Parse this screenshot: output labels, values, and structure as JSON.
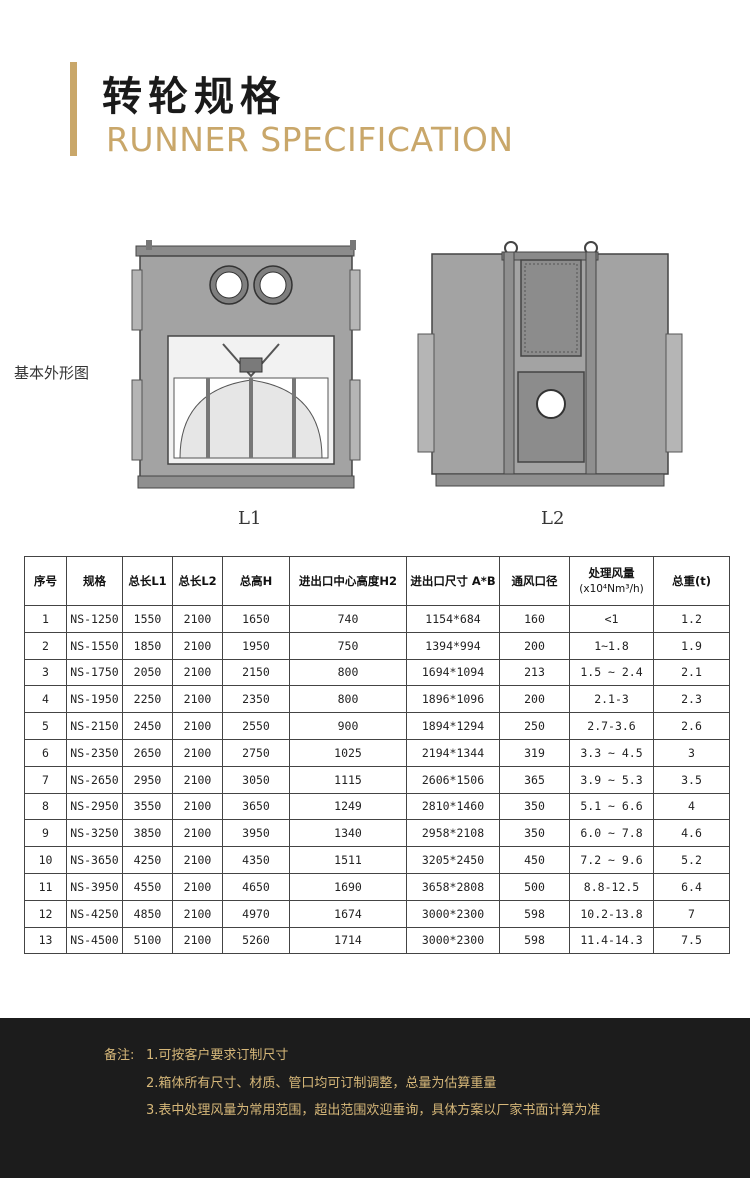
{
  "header": {
    "title_cn": "转轮规格",
    "title_en": "RUNNER SPECIFICATION"
  },
  "drawing": {
    "side_label": "基本外形图",
    "caption_l1": "L1",
    "caption_l2": "L2"
  },
  "table": {
    "headers": [
      "序号",
      "规格",
      "总长L1",
      "总长L2",
      "总高H",
      "进出口中心高度H2",
      "进出口尺寸 A*B",
      "通风口径",
      "处理风量",
      "总重(t)"
    ],
    "airflow_unit": "(x10⁴Nm³/h)",
    "rows": [
      [
        "1",
        "NS-1250",
        "1550",
        "2100",
        "1650",
        "740",
        "1154*684",
        "160",
        "<1",
        "1.2"
      ],
      [
        "2",
        "NS-1550",
        "1850",
        "2100",
        "1950",
        "750",
        "1394*994",
        "200",
        "1~1.8",
        "1.9"
      ],
      [
        "3",
        "NS-1750",
        "2050",
        "2100",
        "2150",
        "800",
        "1694*1094",
        "213",
        "1.5 ~ 2.4",
        "2.1"
      ],
      [
        "4",
        "NS-1950",
        "2250",
        "2100",
        "2350",
        "800",
        "1896*1096",
        "200",
        "2.1-3",
        "2.3"
      ],
      [
        "5",
        "NS-2150",
        "2450",
        "2100",
        "2550",
        "900",
        "1894*1294",
        "250",
        "2.7-3.6",
        "2.6"
      ],
      [
        "6",
        "NS-2350",
        "2650",
        "2100",
        "2750",
        "1025",
        "2194*1344",
        "319",
        "3.3 ~ 4.5",
        "3"
      ],
      [
        "7",
        "NS-2650",
        "2950",
        "2100",
        "3050",
        "1115",
        "2606*1506",
        "365",
        "3.9 ~ 5.3",
        "3.5"
      ],
      [
        "8",
        "NS-2950",
        "3550",
        "2100",
        "3650",
        "1249",
        "2810*1460",
        "350",
        "5.1 ~ 6.6",
        "4"
      ],
      [
        "9",
        "NS-3250",
        "3850",
        "2100",
        "3950",
        "1340",
        "2958*2108",
        "350",
        "6.0 ~ 7.8",
        "4.6"
      ],
      [
        "10",
        "NS-3650",
        "4250",
        "2100",
        "4350",
        "1511",
        "3205*2450",
        "450",
        "7.2 ~ 9.6",
        "5.2"
      ],
      [
        "11",
        "NS-3950",
        "4550",
        "2100",
        "4650",
        "1690",
        "3658*2808",
        "500",
        "8.8-12.5",
        "6.4"
      ],
      [
        "12",
        "NS-4250",
        "4850",
        "2100",
        "4970",
        "1674",
        "3000*2300",
        "598",
        "10.2-13.8",
        "7"
      ],
      [
        "13",
        "NS-4500",
        "5100",
        "2100",
        "5260",
        "1714",
        "3000*2300",
        "598",
        "11.4-14.3",
        "7.5"
      ]
    ]
  },
  "notes": {
    "prefix": "备注:",
    "items": [
      "1.可按客户要求订制尺寸",
      "2.箱体所有尺寸、材质、管口均可订制调整，总量为估算重量",
      "3.表中处理风量为常用范围，超出范围欢迎垂询，具体方案以厂家书面计算为准"
    ]
  },
  "colors": {
    "accent_gold": "#c9a76a",
    "note_bg": "#1c1c1c",
    "note_text": "#d6b779",
    "machine_grey": "#9a9a9a"
  }
}
